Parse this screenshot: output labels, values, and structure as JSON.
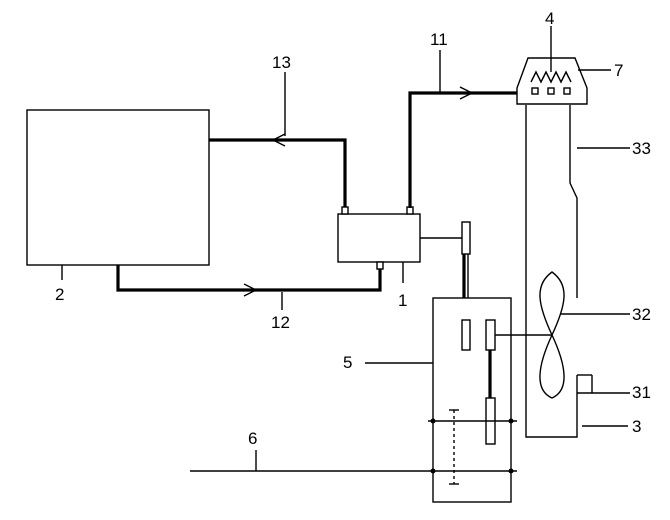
{
  "diagram": {
    "labels": {
      "l1": "1",
      "l2": "2",
      "l3": "3",
      "l4": "4",
      "l5": "5",
      "l6": "6",
      "l7": "7",
      "l11": "11",
      "l12": "12",
      "l13": "13",
      "l31": "31",
      "l32": "32",
      "l33": "33"
    }
  }
}
